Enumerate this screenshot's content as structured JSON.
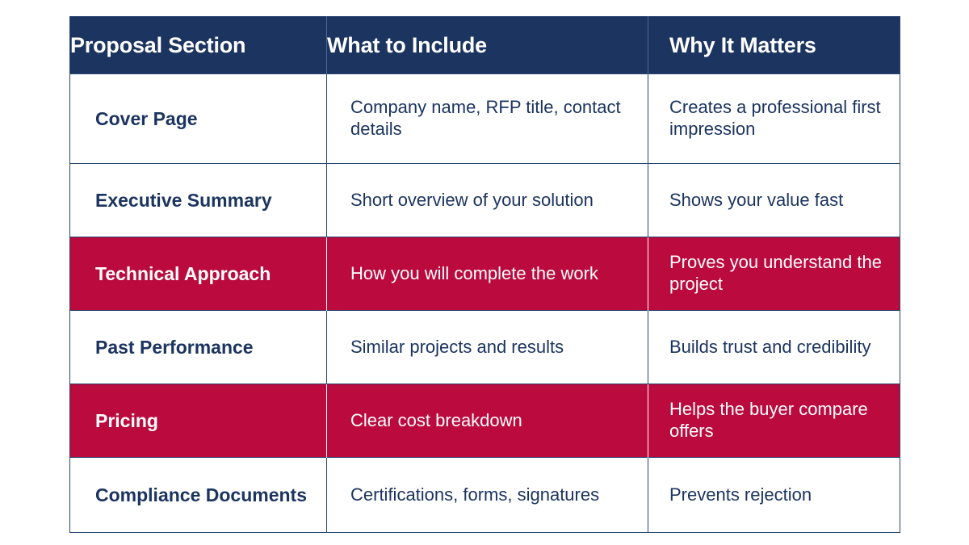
{
  "colors": {
    "navy": "#1B3460",
    "navy_border": "#2B4470",
    "crimson": "#BA0A3E",
    "white": "#FFFFFF",
    "page_background": "#FFFFFF"
  },
  "table": {
    "headers": [
      "Proposal Section",
      "What to Include",
      "Why It Matters"
    ],
    "rows": [
      {
        "highlight": false,
        "section": "Cover Page",
        "include": "Company name, RFP title, contact details",
        "why": "Creates a professional first impression"
      },
      {
        "highlight": false,
        "section": "Executive Summary",
        "include": "Short overview of your solution",
        "why": "Shows your value fast"
      },
      {
        "highlight": true,
        "section": "Technical Approach",
        "include": "How you will complete the work",
        "why": "Proves you understand the project"
      },
      {
        "highlight": false,
        "section": "Past Performance",
        "include": "Similar projects and results",
        "why": "Builds trust and credibility"
      },
      {
        "highlight": true,
        "section": "Pricing",
        "include": "Clear cost breakdown",
        "why": "Helps the buyer compare offers"
      },
      {
        "highlight": false,
        "section": "Compliance Documents",
        "include": "Certifications, forms, signatures",
        "why": "Prevents rejection"
      }
    ]
  }
}
